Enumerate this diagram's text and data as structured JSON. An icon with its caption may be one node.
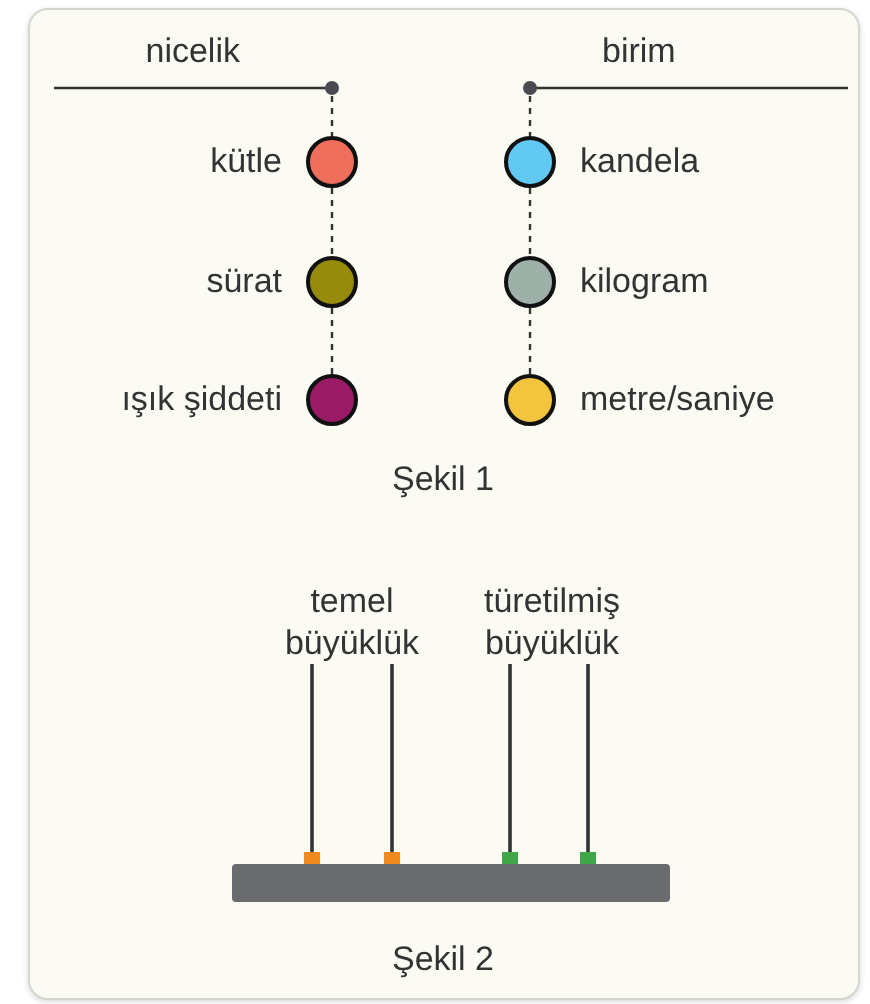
{
  "diagram": {
    "nodes": [
      {
        "text": [
          "nicelik"
        ]
      },
      {
        "text": [
          "kütle"
        ]
      },
      {
        "text": [
          "sürat"
        ]
      },
      {
        "text": [
          "ışık şiddeti"
        ]
      },
      {
        "text": [
          "birim"
        ]
      },
      {
        "text": [
          "kandela"
        ]
      },
      {
        "text": [
          "kilogram"
        ]
      },
      {
        "text": [
          "metre/saniye"
        ]
      },
      {
        "text": [
          "temel büyüklük"
        ]
      },
      {
        "text": [
          "türetilmiş büyüklük"
        ]
      },
      {
        "text": [],
        "shape": "bar"
      }
    ],
    "edges": [
      {
        "from": 0,
        "to": 1,
        "arrow": "none",
        "style": "dashed"
      },
      {
        "from": 1,
        "to": 2,
        "arrow": "none",
        "style": "dashed"
      },
      {
        "from": 2,
        "to": 3,
        "arrow": "none",
        "style": "dashed"
      },
      {
        "from": 4,
        "to": 5,
        "arrow": "none",
        "style": "dashed"
      },
      {
        "from": 5,
        "to": 6,
        "arrow": "none",
        "style": "dashed"
      },
      {
        "from": 6,
        "to": 7,
        "arrow": "none",
        "style": "dashed"
      },
      {
        "from": 8,
        "to": 10,
        "arrow": "other"
      },
      {
        "from": 8,
        "to": 10,
        "arrow": "other"
      },
      {
        "from": 9,
        "to": 10,
        "arrow": "other"
      },
      {
        "from": 9,
        "to": 10,
        "arrow": "other"
      }
    ],
    "labels": [
      "Şekil 1",
      "Şekil 2"
    ]
  }
}
